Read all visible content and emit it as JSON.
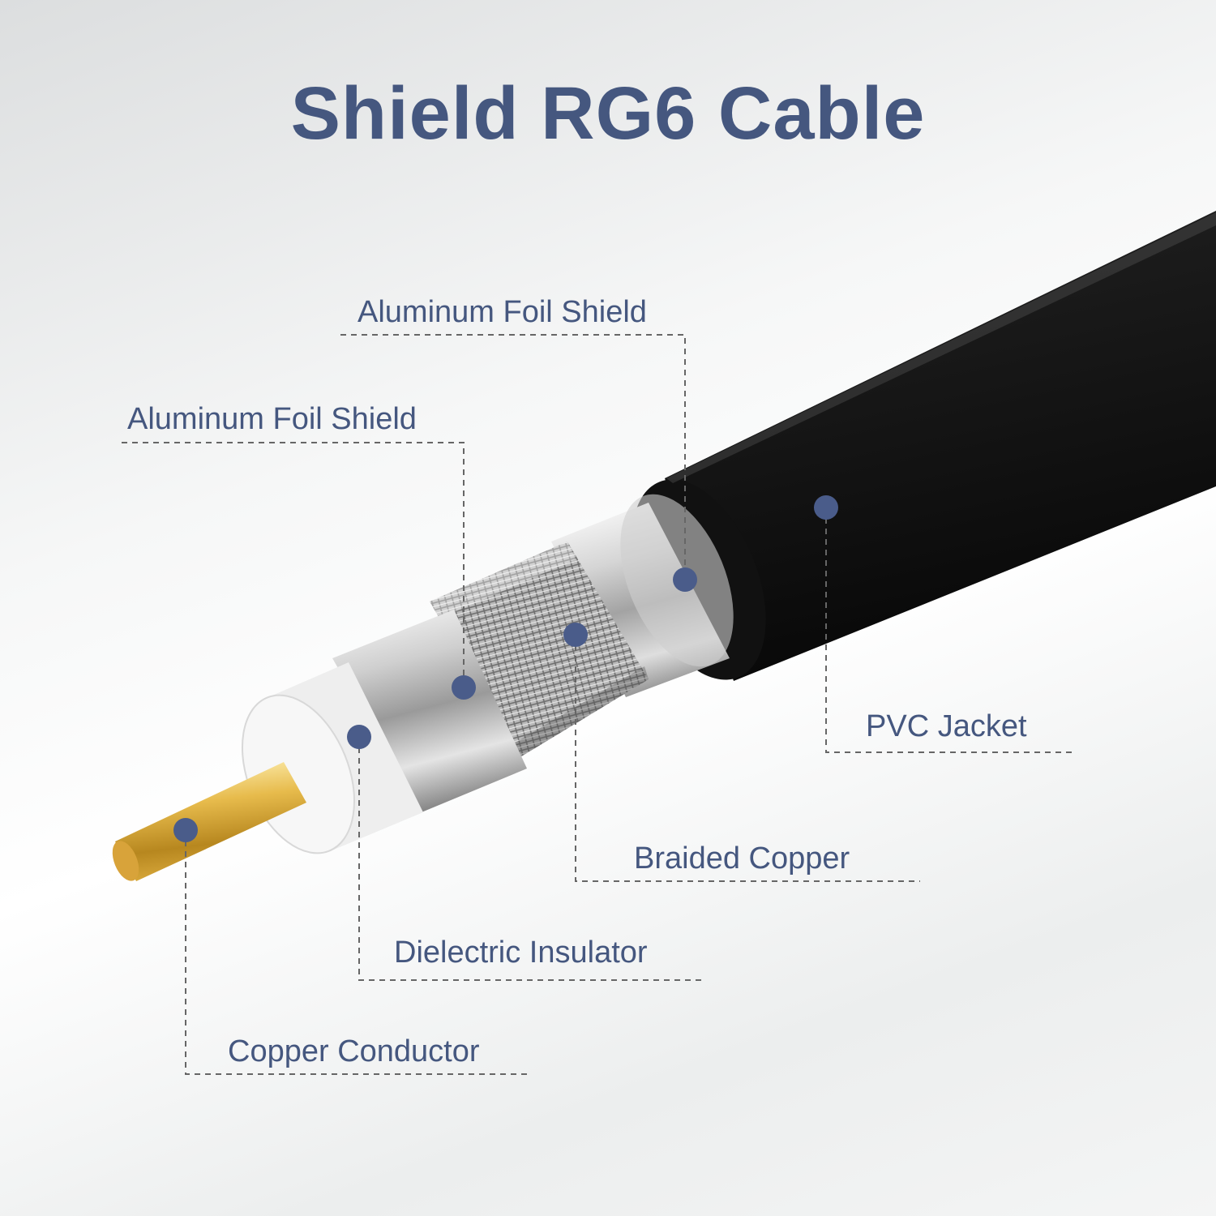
{
  "title": "Shield RG6 Cable",
  "colors": {
    "title": "#45577f",
    "label": "#45577f",
    "marker": "#4a5c8a",
    "leader": "#666666",
    "jacket": "#151515",
    "copper": "#d9a93a"
  },
  "layers": [
    {
      "id": "aluminum-foil-shield-outer",
      "label": "Aluminum Foil Shield"
    },
    {
      "id": "aluminum-foil-shield-inner",
      "label": "Aluminum Foil Shield"
    },
    {
      "id": "pvc-jacket",
      "label": "PVC Jacket"
    },
    {
      "id": "braided-copper",
      "label": "Braided Copper"
    },
    {
      "id": "dielectric-insulator",
      "label": "Dielectric Insulator"
    },
    {
      "id": "copper-conductor",
      "label": "Copper Conductor"
    }
  ]
}
